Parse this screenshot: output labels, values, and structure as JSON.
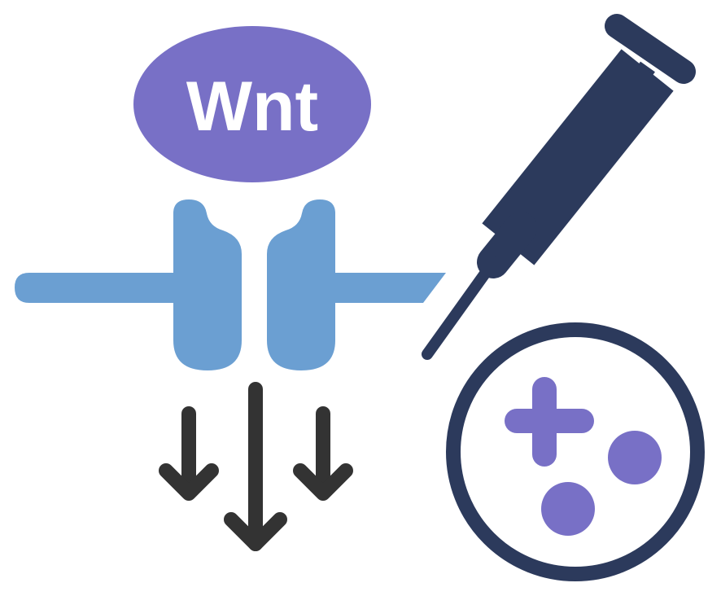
{
  "ligand": {
    "label": "Wnt"
  },
  "colors": {
    "ligand": "#7870c6",
    "membrane": "#6b9fd2",
    "arrows": "#333333",
    "syringe": "#2c3a5c",
    "dish_ring": "#2c3a5c",
    "dish_contents": "#7870c6"
  },
  "icons": [
    "wnt-ligand",
    "receptor",
    "signal-arrows",
    "syringe-icon",
    "petri-dish-icon"
  ]
}
